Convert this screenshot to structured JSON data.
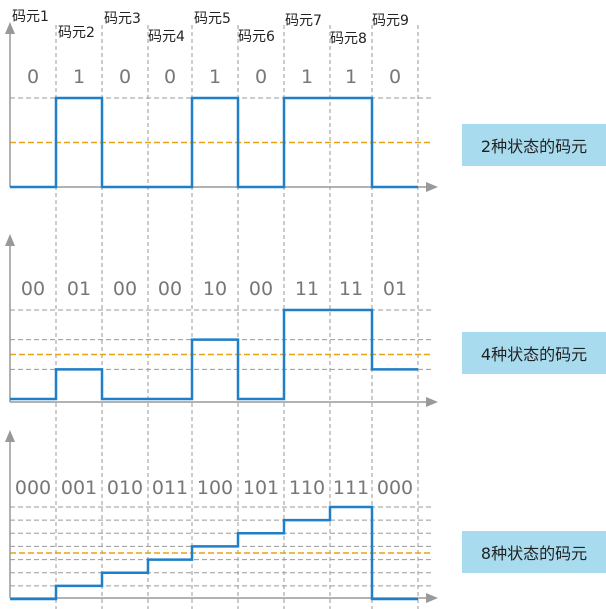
{
  "symbols": [
    "码元1",
    "码元2",
    "码元3",
    "码元4",
    "码元5",
    "码元6",
    "码元7",
    "码元8",
    "码元9"
  ],
  "panels": [
    {
      "id": "binary",
      "caption": "2种状态的码元",
      "levels": 2,
      "codes": [
        "0",
        "1",
        "0",
        "0",
        "1",
        "0",
        "1",
        "1",
        "0"
      ]
    },
    {
      "id": "quaternary",
      "caption": "4种状态的码元",
      "levels": 4,
      "codes": [
        "00",
        "01",
        "00",
        "00",
        "10",
        "00",
        "11",
        "11",
        "01"
      ]
    },
    {
      "id": "octal",
      "caption": "8种状态的码元",
      "levels": 8,
      "codes": [
        "000",
        "001",
        "010",
        "011",
        "100",
        "101",
        "110",
        "111",
        "000"
      ]
    }
  ],
  "colors": {
    "signal": "#1f7fc8",
    "axis": "#999999",
    "grid": "#9a9a9a",
    "midline": "#e8a317",
    "legend_bg": "#a9dbee"
  }
}
